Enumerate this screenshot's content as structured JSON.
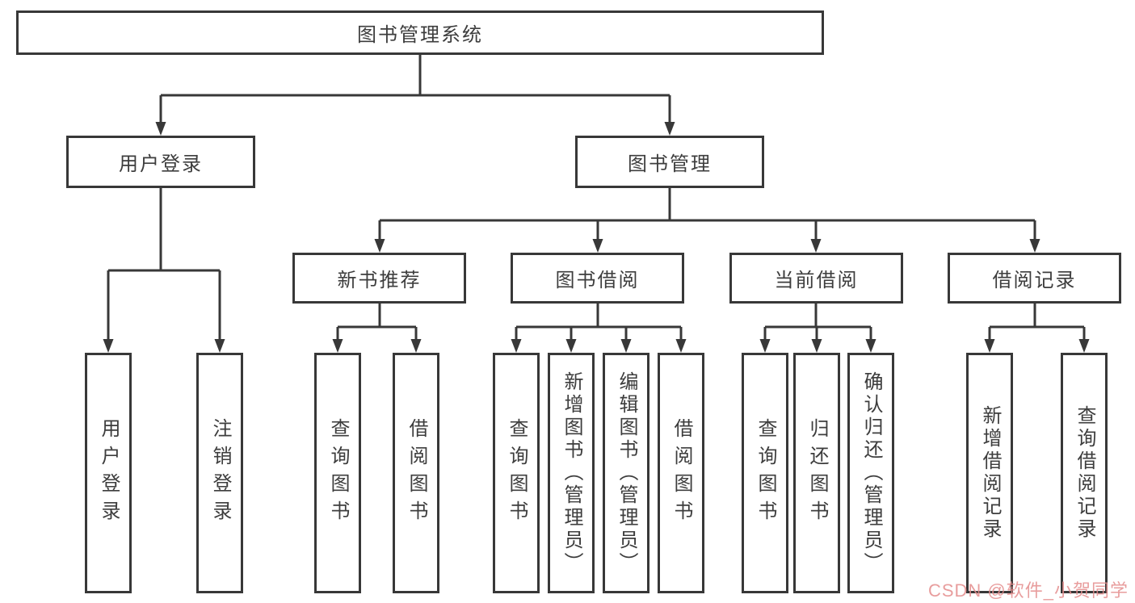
{
  "colors": {
    "line": "#383838",
    "node_text": "#3d3d3d",
    "node_background": "#ffffff",
    "watermark": "#e48c8c"
  },
  "watermark": {
    "text": "CSDN @软件_小贺同学"
  },
  "diagram": {
    "root": {
      "label": "图书管理系统"
    },
    "branches": [
      {
        "label": "用户登录",
        "children": [
          {
            "label": "用户登录"
          },
          {
            "label": "注销登录"
          }
        ]
      },
      {
        "label": "图书管理",
        "children": [
          {
            "label": "新书推荐",
            "children": [
              {
                "label": "查询图书"
              },
              {
                "label": "借阅图书"
              }
            ]
          },
          {
            "label": "图书借阅",
            "children": [
              {
                "label": "查询图书"
              },
              {
                "label": "新增图书（管理员）"
              },
              {
                "label": "编辑图书（管理员）"
              },
              {
                "label": "借阅图书"
              }
            ]
          },
          {
            "label": "当前借阅",
            "children": [
              {
                "label": "查询图书"
              },
              {
                "label": "归还图书"
              },
              {
                "label": "确认归还（管理员）"
              }
            ]
          },
          {
            "label": "借阅记录",
            "children": [
              {
                "label": "新增借阅记录"
              },
              {
                "label": "查询借阅记录"
              }
            ]
          }
        ]
      }
    ]
  }
}
